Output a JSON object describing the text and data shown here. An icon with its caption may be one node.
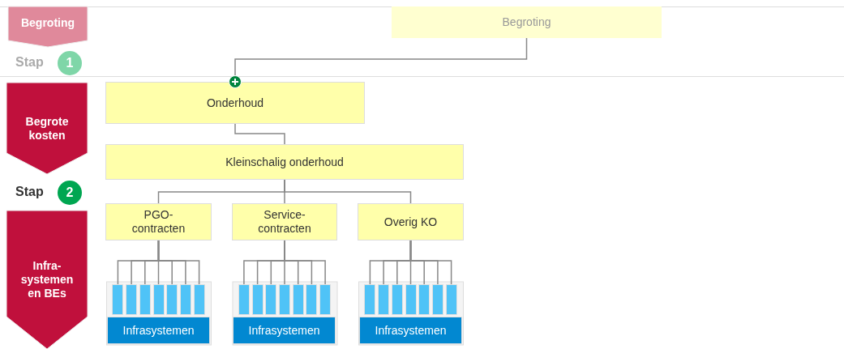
{
  "diagram": {
    "nodes": [
      {
        "text": [
          "Begroting"
        ]
      },
      {
        "text": [
          "1"
        ],
        "beside": [
          "Stap"
        ]
      },
      {
        "text": [
          "Begrote kosten"
        ]
      },
      {
        "text": [
          "2"
        ],
        "beside": [
          "Stap"
        ]
      },
      {
        "text": [
          "Infra-systemen en BEs"
        ]
      },
      {
        "text": [
          "Begroting"
        ]
      },
      {
        "text": [
          "Onderhoud"
        ]
      },
      {
        "text": [
          "Kleinschalig onderhoud"
        ]
      },
      {
        "text": [
          "PGO-contracten"
        ]
      },
      {
        "text": [
          "Service-contracten"
        ]
      },
      {
        "text": [
          "Overig KO"
        ]
      },
      {
        "text": [],
        "shape": "bar"
      },
      {
        "text": [],
        "shape": "bar"
      },
      {
        "text": [],
        "shape": "bar"
      },
      {
        "text": [],
        "shape": "bar"
      },
      {
        "text": [],
        "shape": "bar"
      },
      {
        "text": [],
        "shape": "bar"
      },
      {
        "text": [],
        "shape": "bar"
      },
      {
        "text": [],
        "shape": "bar"
      },
      {
        "text": [],
        "shape": "bar"
      },
      {
        "text": [],
        "shape": "bar"
      },
      {
        "text": [],
        "shape": "bar"
      },
      {
        "text": [],
        "shape": "bar"
      },
      {
        "text": [],
        "shape": "bar"
      },
      {
        "text": [],
        "shape": "bar"
      },
      {
        "text": [],
        "shape": "bar"
      },
      {
        "text": [],
        "shape": "bar"
      },
      {
        "text": [],
        "shape": "bar"
      },
      {
        "text": [],
        "shape": "bar"
      },
      {
        "text": [],
        "shape": "bar"
      },
      {
        "text": [],
        "shape": "bar"
      },
      {
        "text": [],
        "shape": "bar"
      },
      {
        "text": [
          "Infrasystemen"
        ]
      },
      {
        "text": [
          "Infrasystemen"
        ]
      },
      {
        "text": [
          "Infrasystemen"
        ]
      }
    ],
    "edges": [
      {
        "from": 5,
        "to": 6,
        "arrow": "none"
      },
      {
        "from": 6,
        "to": 7,
        "arrow": "none"
      },
      {
        "from": 7,
        "to": 8,
        "arrow": "none"
      },
      {
        "from": 7,
        "to": 9,
        "arrow": "none"
      },
      {
        "from": 7,
        "to": 10,
        "arrow": "none"
      },
      {
        "from": 8,
        "to": 11,
        "arrow": "none"
      },
      {
        "from": 8,
        "to": 12,
        "arrow": "none"
      },
      {
        "from": 8,
        "to": 13,
        "arrow": "none"
      },
      {
        "from": 8,
        "to": 14,
        "arrow": "none"
      },
      {
        "from": 8,
        "to": 15,
        "arrow": "none"
      },
      {
        "from": 8,
        "to": 16,
        "arrow": "none"
      },
      {
        "from": 8,
        "to": 17,
        "arrow": "none"
      },
      {
        "from": 9,
        "to": 18,
        "arrow": "none"
      },
      {
        "from": 9,
        "to": 19,
        "arrow": "none"
      },
      {
        "from": 9,
        "to": 20,
        "arrow": "none"
      },
      {
        "from": 9,
        "to": 21,
        "arrow": "none"
      },
      {
        "from": 9,
        "to": 22,
        "arrow": "none"
      },
      {
        "from": 9,
        "to": 23,
        "arrow": "none"
      },
      {
        "from": 9,
        "to": 24,
        "arrow": "none"
      },
      {
        "from": 10,
        "to": 25,
        "arrow": "none"
      },
      {
        "from": 10,
        "to": 26,
        "arrow": "none"
      },
      {
        "from": 10,
        "to": 27,
        "arrow": "none"
      },
      {
        "from": 10,
        "to": 28,
        "arrow": "none"
      },
      {
        "from": 10,
        "to": 29,
        "arrow": "none"
      },
      {
        "from": 10,
        "to": 30,
        "arrow": "none"
      },
      {
        "from": 10,
        "to": 31,
        "arrow": "none"
      }
    ]
  }
}
